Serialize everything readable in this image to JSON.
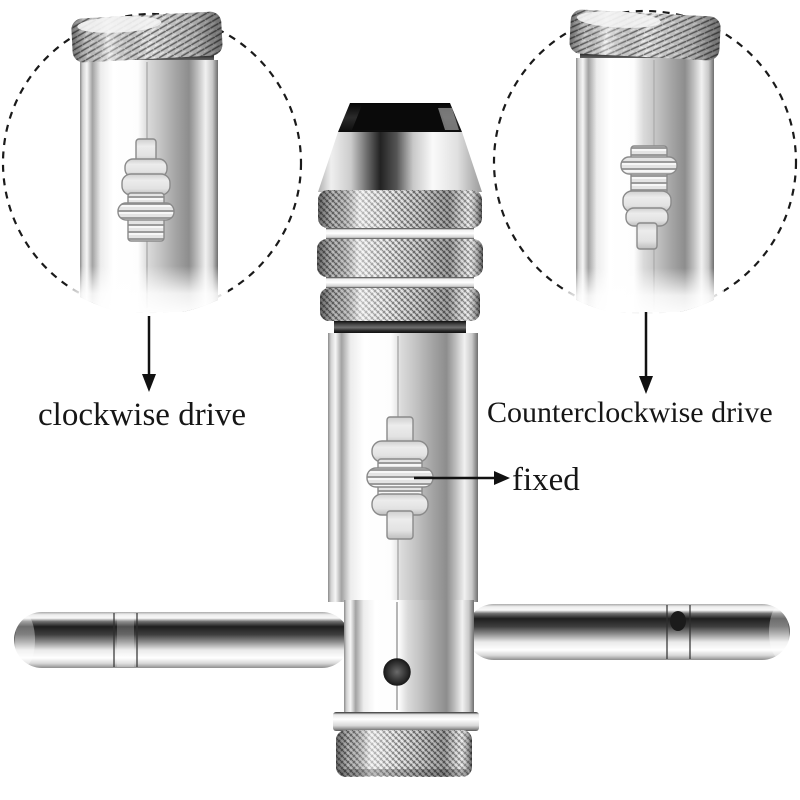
{
  "figure": {
    "type": "annotated product diagram",
    "subject": "T-handle ratchet tap wrench with reversible drive selector",
    "background_color": "#ffffff",
    "ink_color": "#1a1a1a",
    "metal_highlight": "#ffffff",
    "metal_mid": "#bdbdbd",
    "metal_dark": "#2b2b2b"
  },
  "callouts": {
    "left": {
      "label": "clockwise drive",
      "arrow": "down",
      "detail": "selector slid up"
    },
    "right": {
      "label": "Counterclockwise drive",
      "arrow": "down",
      "detail": "selector slid down"
    },
    "center": {
      "label": "fixed",
      "arrow": "right",
      "detail": "selector centered"
    }
  },
  "icons": {
    "left_arrow": "down-arrow-icon",
    "right_arrow": "down-arrow-icon",
    "fixed_arrow": "right-arrow-icon"
  }
}
